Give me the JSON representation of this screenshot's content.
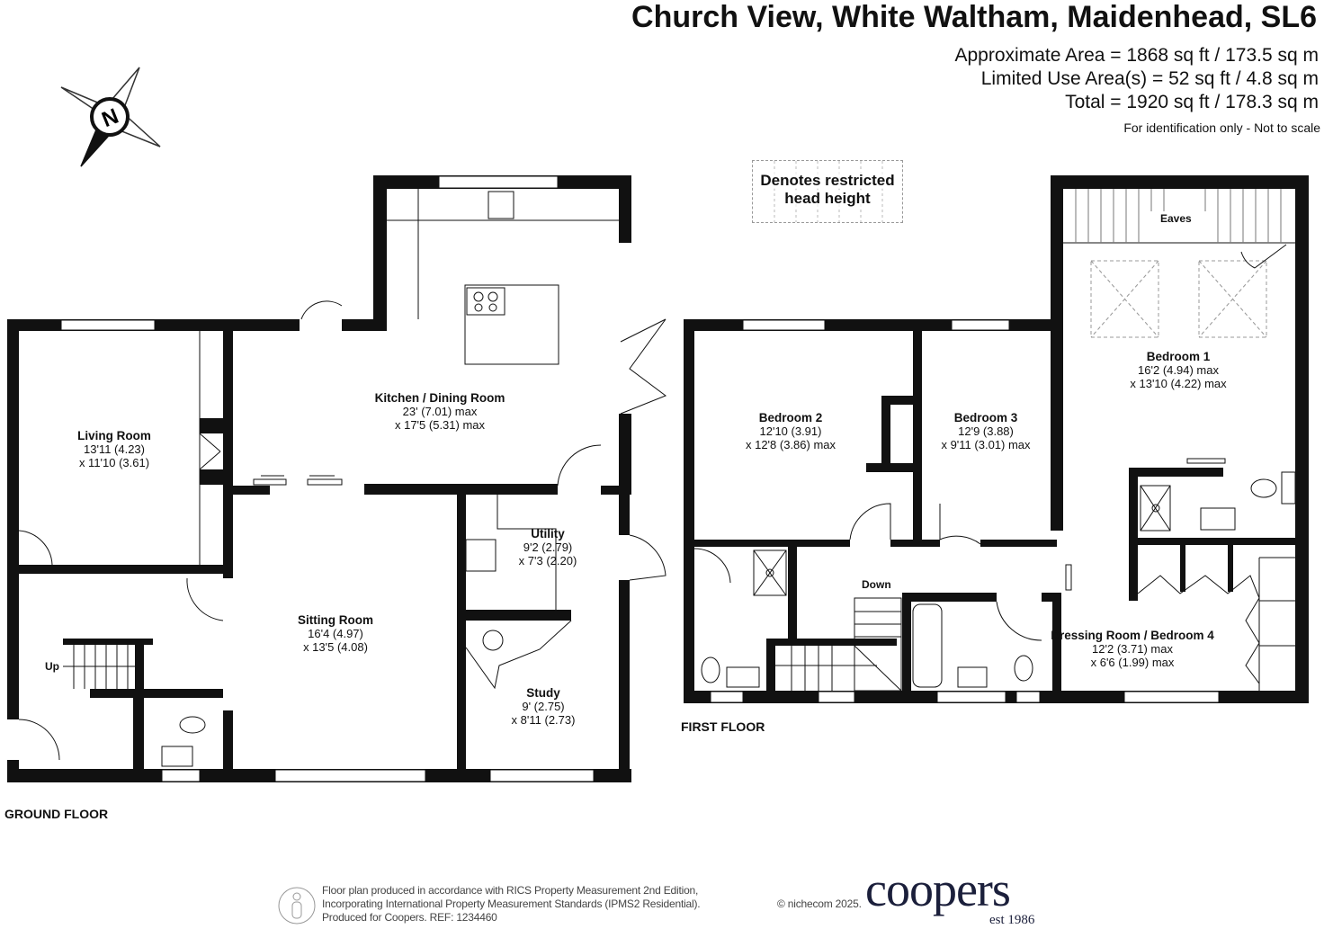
{
  "header": {
    "title": "Church View, White Waltham, Maidenhead, SL6",
    "approx_area": "Approximate Area = 1868 sq ft / 173.5 sq m",
    "limited_use_area": "Limited Use Area(s) = 52 sq ft / 4.8 sq m",
    "total": "Total = 1920 sq ft / 178.3 sq m",
    "note": "For identification only - Not to scale"
  },
  "compass": {
    "letter": "N",
    "icon": "north-arrow-icon"
  },
  "legend": {
    "restricted": "Denotes restricted head height"
  },
  "ground_floor": {
    "label": "GROUND FLOOR",
    "stairs_label": "Up",
    "rooms": [
      {
        "name": "Living Room",
        "dim1": "13'11 (4.23)",
        "dim2": "x 11'10 (3.61)"
      },
      {
        "name": "Kitchen / Dining Room",
        "dim1": "23' (7.01) max",
        "dim2": "x 17'5 (5.31) max"
      },
      {
        "name": "Sitting Room",
        "dim1": "16'4 (4.97)",
        "dim2": "x 13'5 (4.08)"
      },
      {
        "name": "Utility",
        "dim1": "9'2 (2.79)",
        "dim2": "x 7'3 (2.20)"
      },
      {
        "name": "Study",
        "dim1": "9' (2.75)",
        "dim2": "x 8'11 (2.73)"
      }
    ]
  },
  "first_floor": {
    "label": "FIRST FLOOR",
    "stairs_label": "Down",
    "eaves_label": "Eaves",
    "rooms": [
      {
        "name": "Bedroom 2",
        "dim1": "12'10 (3.91)",
        "dim2": "x 12'8 (3.86) max"
      },
      {
        "name": "Bedroom 3",
        "dim1": "12'9 (3.88)",
        "dim2": "x 9'11 (3.01) max"
      },
      {
        "name": "Bedroom 1",
        "dim1": "16'2 (4.94) max",
        "dim2": "x 13'10 (4.22) max"
      },
      {
        "name": "Dressing Room / Bedroom 4",
        "dim1": "12'2 (3.71) max",
        "dim2": "x 6'6 (1.99) max"
      }
    ]
  },
  "footer": {
    "line1": "Floor plan produced in accordance with RICS Property Measurement 2nd Edition,",
    "line2": "Incorporating International Property Measurement Standards (IPMS2 Residential).",
    "line3": "Produced for Coopers.   REF: 1234460",
    "copyright": "© nichecom 2025.",
    "logo": "coopers",
    "logo_sub": "est 1986",
    "brand_color": "#1b1f3b"
  }
}
